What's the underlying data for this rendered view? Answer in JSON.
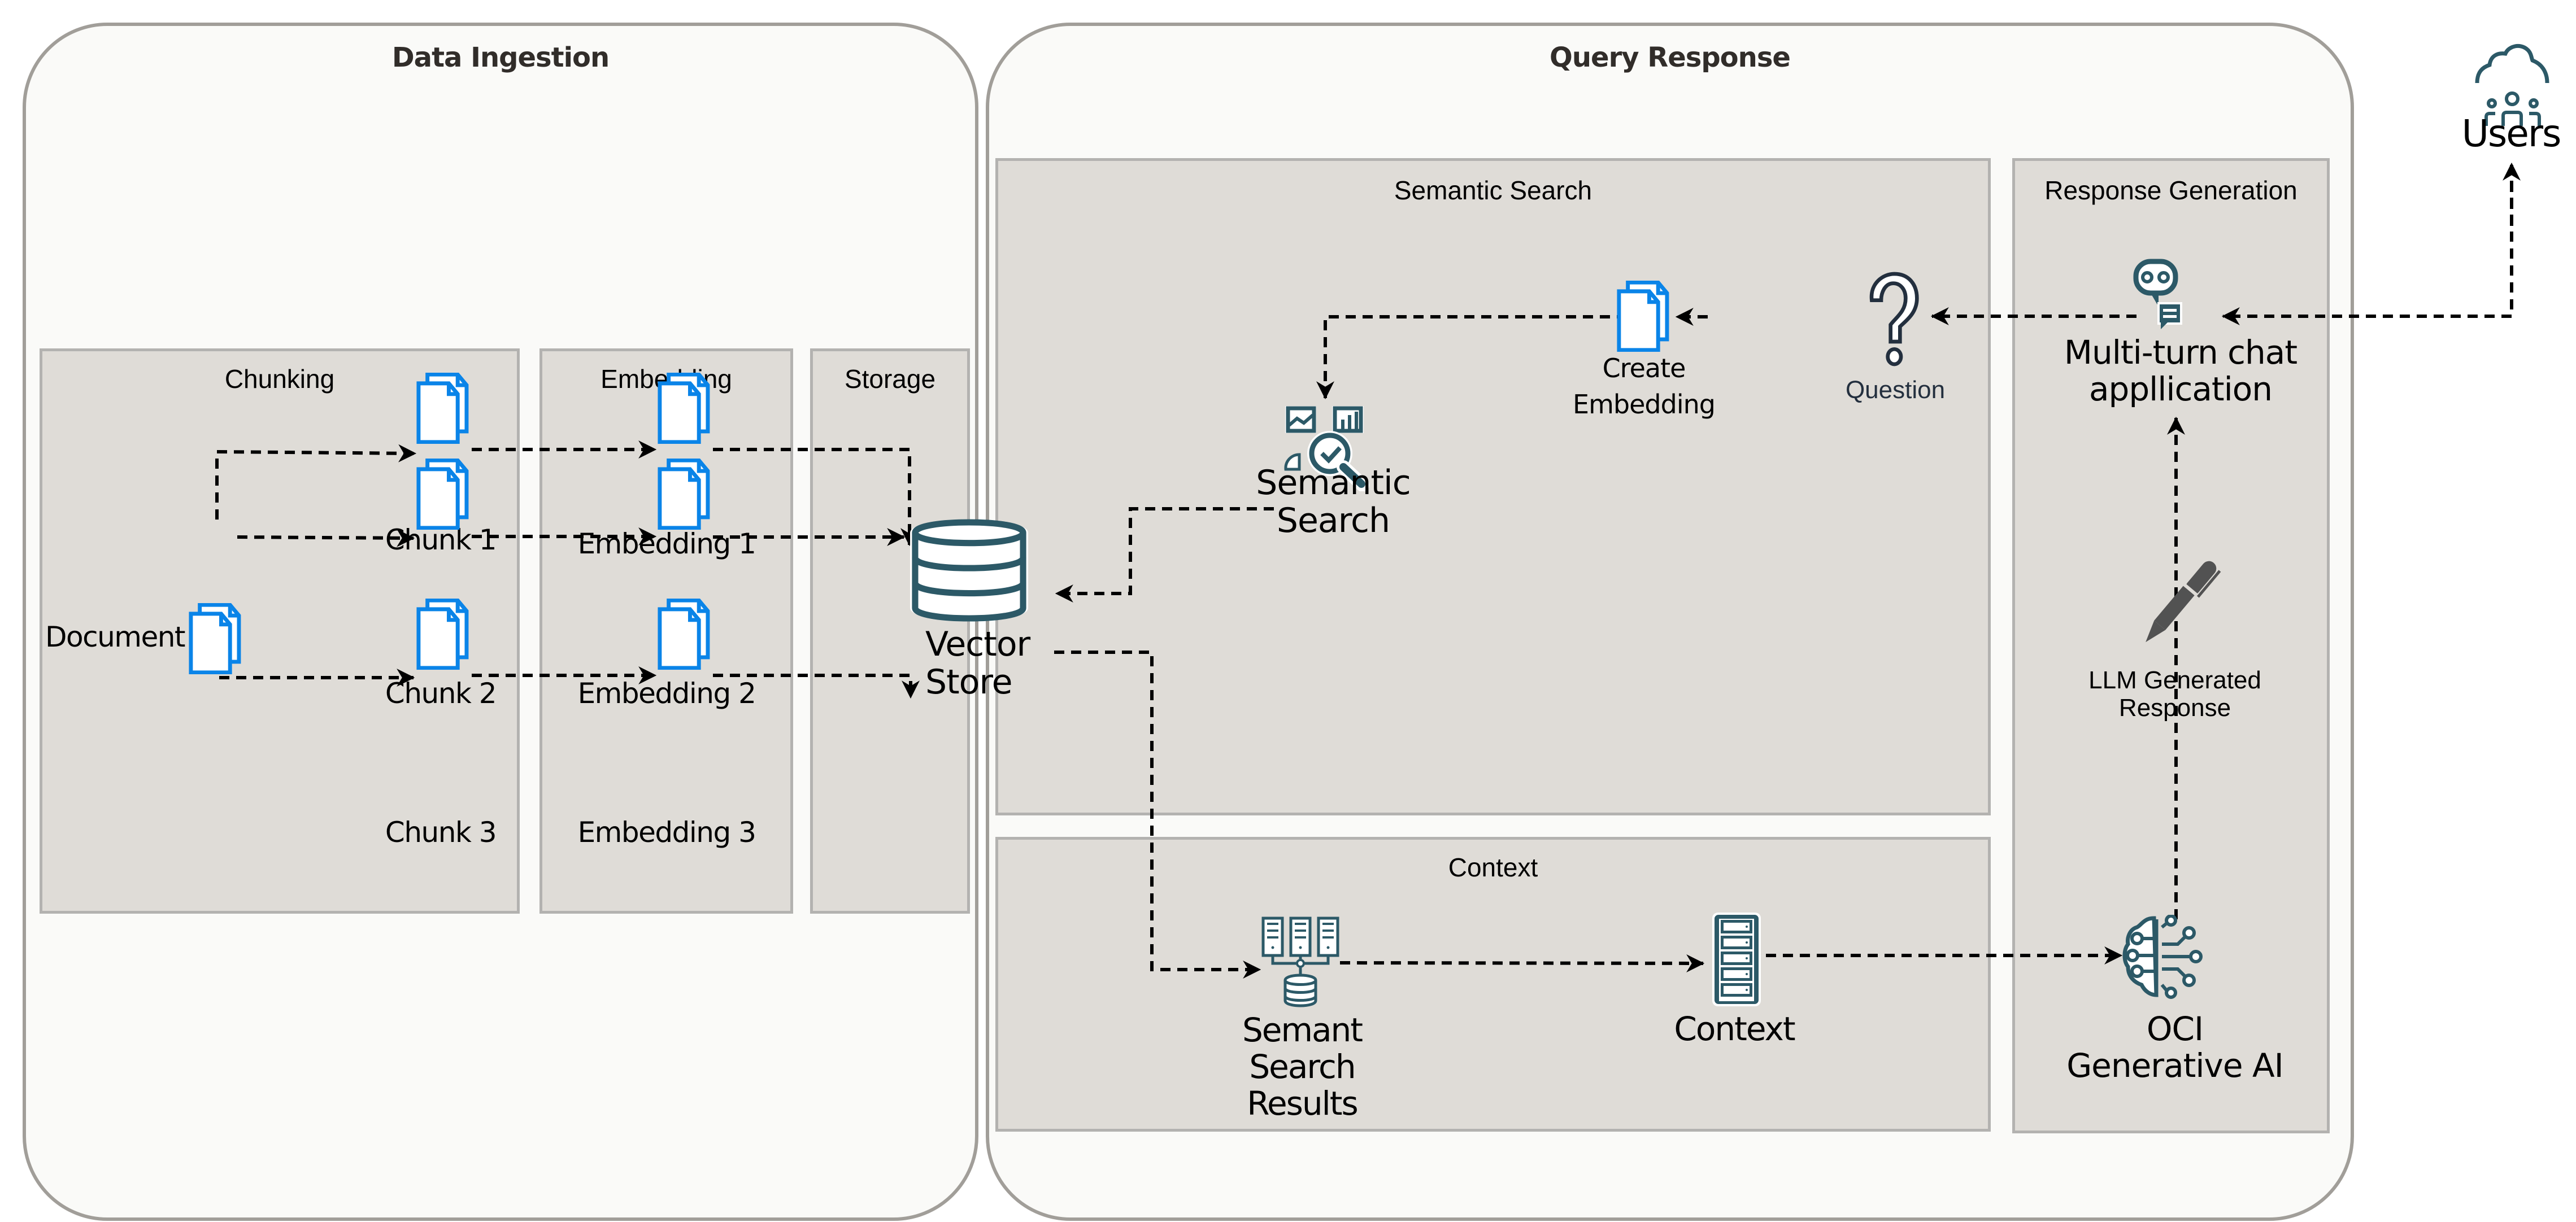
{
  "diagram": {
    "sections": {
      "data_ingestion": {
        "title": "Data Ingestion",
        "panels": {
          "chunking": "Chunking",
          "embedding": "Embedding",
          "storage": "Storage"
        }
      },
      "query_response": {
        "title": "Query Response",
        "panels": {
          "semantic_search": "Semantic Search",
          "response_generation": "Response Generation",
          "context": "Context"
        }
      }
    },
    "nodes": {
      "document": "Document",
      "chunk_1": "Chunk 1",
      "chunk_2": "Chunk 2",
      "chunk_3": "Chunk 3",
      "embedding_1": "Embedding 1",
      "embedding_2": "Embedding 2",
      "embedding_3": "Embedding 3",
      "vector_store": "Vector\nStore",
      "semantic_search": "Semantic\nSearch",
      "create_embedding": "Create\nEmbedding",
      "question": "Question",
      "chat_app": "Multi-turn chat\nappllication",
      "llm_response": "LLM Generated\nResponse",
      "oci_genai": "OCI\nGenerative AI",
      "search_results": "Semant\nSearch\nResults",
      "context": "Context",
      "users": "Users"
    },
    "icons": {
      "document": "document-stack-icon",
      "vector_store": "database-icon",
      "semantic_search": "search-analytics-icon",
      "question": "question-mark-icon",
      "chat_app": "chatbot-icon",
      "llm_response": "pen-icon",
      "oci_genai": "ai-brain-icon",
      "search_results": "server-database-icon",
      "context": "server-rack-icon",
      "users": "cloud-users-icon"
    },
    "colors": {
      "doc_blue": "#0a84e8",
      "icon_teal": "#2c5967",
      "panel_bg": "#dfdcd7",
      "outer_bg": "#fafaf8",
      "question_color": "#232f3e"
    }
  }
}
